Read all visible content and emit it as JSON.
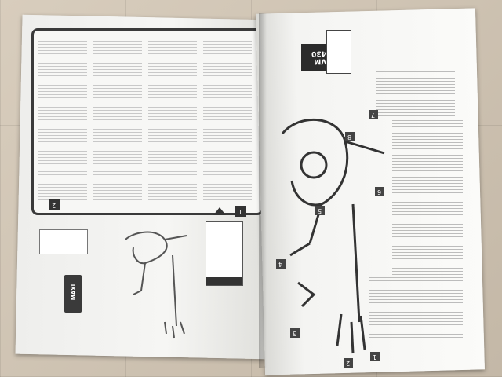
{
  "photo": {
    "model": "VM 430",
    "callouts": [
      "1",
      "2",
      "3",
      "4",
      "5",
      "6",
      "7",
      "8"
    ],
    "panel_steps": [
      "1",
      "2"
    ],
    "badge": "MAXI"
  }
}
